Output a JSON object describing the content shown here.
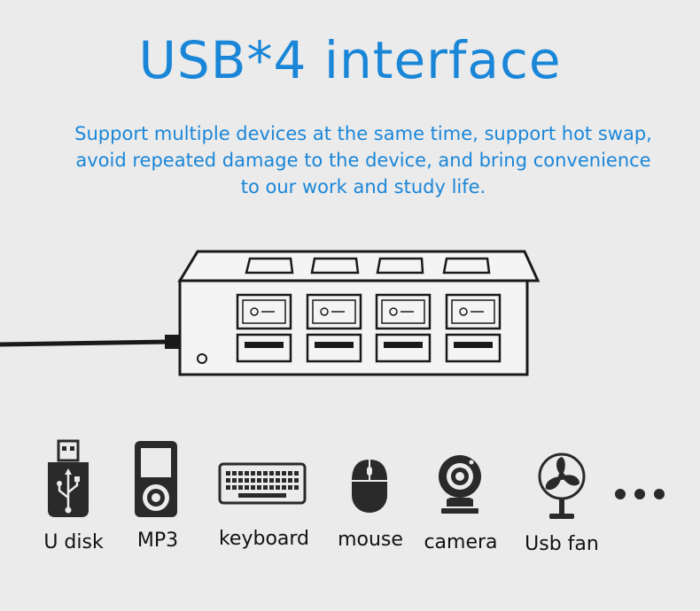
{
  "title": "USB*4 interface",
  "subtitle": {
    "line1": "Support multiple devices at the same time, support hot swap,",
    "line2": "avoid repeated damage to the device, and bring convenience",
    "line3": "to our work and study life."
  },
  "devices": [
    {
      "label": "U disk",
      "icon": "usb-drive-icon"
    },
    {
      "label": "MP3",
      "icon": "mp3-player-icon"
    },
    {
      "label": "keyboard",
      "icon": "keyboard-icon"
    },
    {
      "label": "mouse",
      "icon": "mouse-icon"
    },
    {
      "label": "camera",
      "icon": "webcam-icon"
    },
    {
      "label": "Usb fan",
      "icon": "fan-icon"
    }
  ],
  "more_indicator": "...",
  "colors": {
    "accent": "#1a86d8",
    "background": "#ebebeb",
    "icon": "#2a2a2a"
  }
}
